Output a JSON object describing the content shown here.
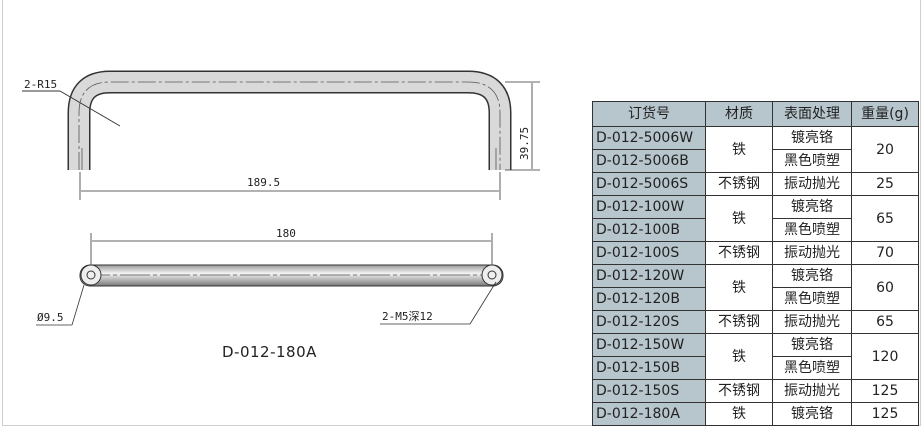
{
  "drawing": {
    "radius_label": "2-R15",
    "height_label": "39.75",
    "overall_length_label": "189.5",
    "hole_spacing_label": "180",
    "diameter_label": "Ø9.5",
    "thread_label": "2-M5深12",
    "model": "D-012-180A"
  },
  "table": {
    "headers": [
      "订货号",
      "材质",
      "表面处理",
      "重量(g)"
    ],
    "groups": [
      {
        "rows": [
          {
            "code": "D-012-5006W",
            "finish": "镀亮铬"
          },
          {
            "code": "D-012-5006B",
            "finish": "黑色喷塑"
          }
        ],
        "material": "铁",
        "weight": "20"
      },
      {
        "rows": [
          {
            "code": "D-012-5006S",
            "finish": "振动抛光"
          }
        ],
        "material": "不锈钢",
        "weight": "25"
      },
      {
        "rows": [
          {
            "code": "D-012-100W",
            "finish": "镀亮铬"
          },
          {
            "code": "D-012-100B",
            "finish": "黑色喷塑"
          }
        ],
        "material": "铁",
        "weight": "65"
      },
      {
        "rows": [
          {
            "code": "D-012-100S",
            "finish": "振动抛光"
          }
        ],
        "material": "不锈钢",
        "weight": "70"
      },
      {
        "rows": [
          {
            "code": "D-012-120W",
            "finish": "镀亮铬"
          },
          {
            "code": "D-012-120B",
            "finish": "黑色喷塑"
          }
        ],
        "material": "铁",
        "weight": "60"
      },
      {
        "rows": [
          {
            "code": "D-012-120S",
            "finish": "振动抛光"
          }
        ],
        "material": "不锈钢",
        "weight": "65"
      },
      {
        "rows": [
          {
            "code": "D-012-150W",
            "finish": "镀亮铬"
          },
          {
            "code": "D-012-150B",
            "finish": "黑色喷塑"
          }
        ],
        "material": "铁",
        "weight": "120"
      },
      {
        "rows": [
          {
            "code": "D-012-150S",
            "finish": "振动抛光"
          }
        ],
        "material": "不锈钢",
        "weight": "125"
      },
      {
        "rows": [
          {
            "code": "D-012-180A",
            "finish": "镀亮铬"
          }
        ],
        "material": "铁",
        "weight": "125"
      }
    ]
  }
}
